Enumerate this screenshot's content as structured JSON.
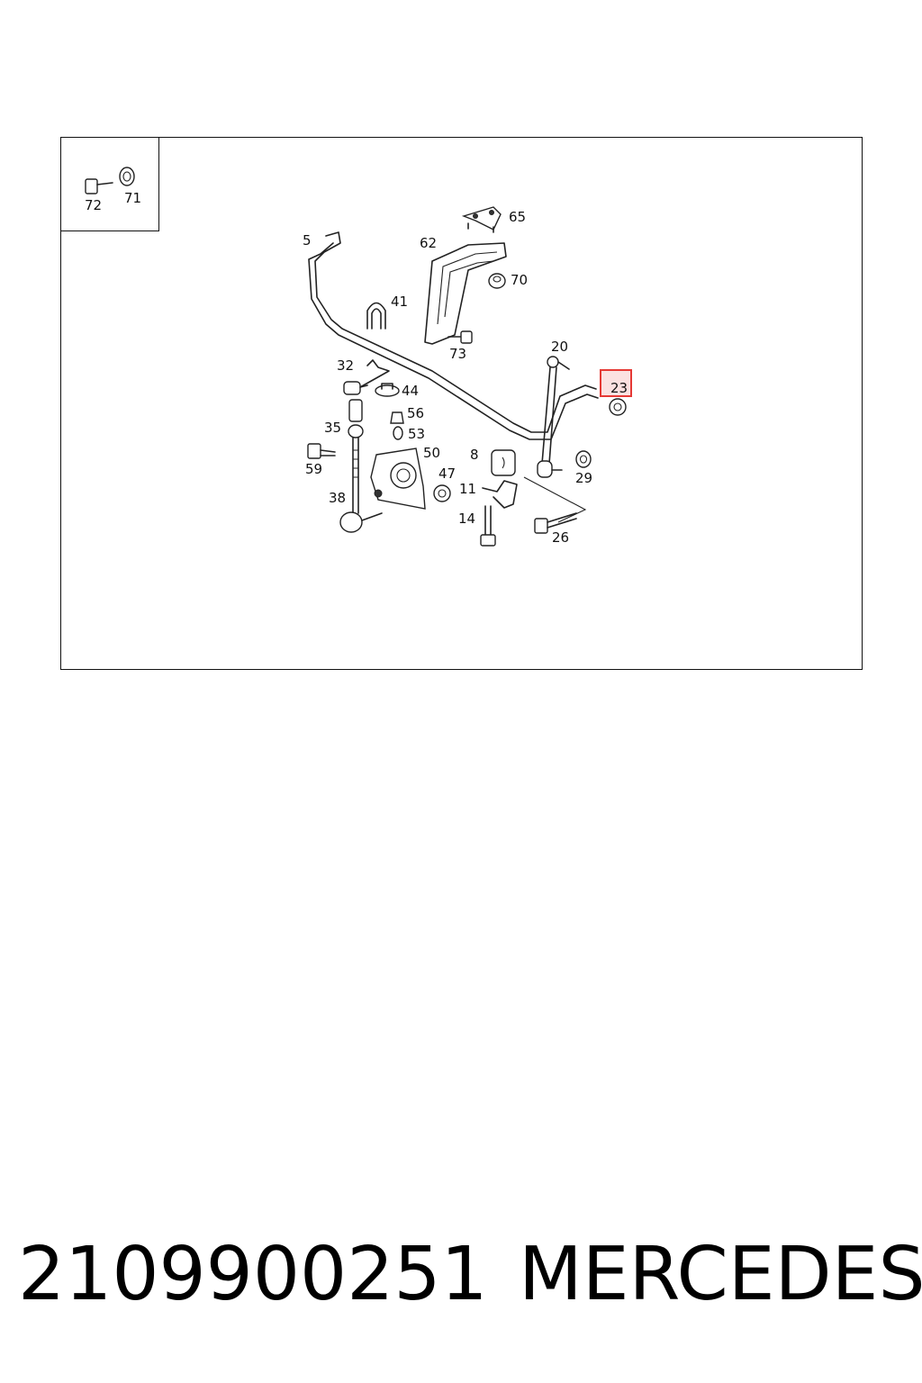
{
  "callouts": [
    "72",
    "71",
    "5",
    "65",
    "62",
    "70",
    "41",
    "73",
    "20",
    "23",
    "32",
    "44",
    "56",
    "35",
    "53",
    "50",
    "8",
    "59",
    "47",
    "29",
    "11",
    "38",
    "14",
    "26"
  ],
  "highlight": {
    "label": "23",
    "color": "#e53935"
  },
  "caption": {
    "part_number": "2109900251",
    "brand": "MERCEDES"
  }
}
